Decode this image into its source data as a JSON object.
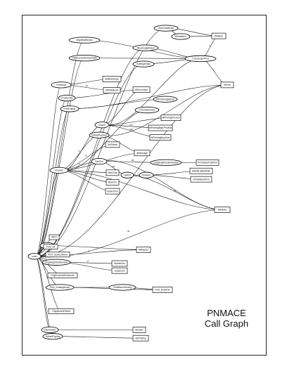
{
  "caption": {
    "line1": "PNMACE",
    "line2": "Call Graph"
  },
  "nodes": [
    {
      "id": "main",
      "label": "main",
      "shape": "ellipse"
    },
    {
      "id": "FormArgs",
      "label": "FormArgs",
      "shape": "ellipse"
    },
    {
      "id": "GTumOrder",
      "label": "GTumOrder",
      "shape": "ellipse"
    },
    {
      "id": "PrintOutline",
      "label": "PrintOutline",
      "shape": "ellipse"
    },
    {
      "id": "Process",
      "label": "Process",
      "shape": "ellipse"
    },
    {
      "id": "Output",
      "label": "Output",
      "shape": "ellipse"
    },
    {
      "id": "Output2",
      "label": "Output",
      "shape": "ellipse"
    },
    {
      "id": "TwinkyPrepare",
      "label": "TwinkyPrepare2",
      "shape": "ellipse"
    },
    {
      "id": "GenSeri",
      "label": "GenSeri",
      "shape": "ellipse"
    },
    {
      "id": "GetPR",
      "label": "GetPR",
      "shape": "ellipse"
    },
    {
      "id": "PrMixed",
      "label": "PrMixed",
      "shape": "ellipse"
    },
    {
      "id": "AllocCliantData",
      "label": "AllocCliantData",
      "shape": "ellipse"
    },
    {
      "id": "WDataAlloc",
      "label": "WDataAlloc",
      "shape": "ellipse"
    },
    {
      "id": "OrigInitialSection",
      "label": "OrigInitialSection",
      "shape": "ellipse"
    },
    {
      "id": "AllocImageArrays",
      "label": "AllocImageArrays",
      "shape": "ellipse"
    },
    {
      "id": "CalcInitialStochasts",
      "label": "OrigPrevGetterStochasts",
      "shape": "ellipse"
    },
    {
      "id": "ScalingArrays",
      "label": "ScalingArrays",
      "shape": "ellipse"
    },
    {
      "id": "ColorScalerPrint",
      "label": "ColorScalerPrint",
      "shape": "ellipse"
    },
    {
      "id": "WriteImageBlock",
      "label": "WPrintImageBlock",
      "shape": "ellipse"
    },
    {
      "id": "FreeClientData",
      "label": "FreeClientData",
      "shape": "ellipse"
    },
    {
      "id": "Digest",
      "label": "Digest",
      "shape": "ellipse"
    },
    {
      "id": "OrigSingleRowNumber",
      "label": "OrigSingleRowNumber",
      "shape": "ellipse"
    },
    {
      "id": "PrepScalingArrays",
      "label": "Prep_ScalingArrays",
      "shape": "ellipse"
    },
    {
      "id": "PrintBackOrdering",
      "label": "PrintBackOrdering",
      "shape": "ellipse"
    },
    {
      "id": "AllocTables",
      "label": "AllocTables",
      "shape": "ellipse"
    },
    {
      "id": "DefaultTripling",
      "label": "DefaultTripling",
      "shape": "ellipse"
    },
    {
      "id": "WMalloc",
      "label": "WMalloc",
      "shape": "box"
    },
    {
      "id": "WFree",
      "label": "WFree",
      "shape": "box"
    },
    {
      "id": "WriteImage",
      "label": "WWriteImage",
      "shape": "box"
    },
    {
      "id": "WriteBlock",
      "label": "WWriteBlock",
      "shape": "box"
    },
    {
      "id": "WErrorValue",
      "label": "WErrorValue",
      "shape": "box"
    },
    {
      "id": "WPrintingPreview",
      "label": "WPrintingPreview",
      "shape": "box"
    },
    {
      "id": "WPrintingBasePreview",
      "label": "WPrintingBasePreview",
      "shape": "box"
    },
    {
      "id": "WPrintingBaseSort",
      "label": "WPrintingBaseSort",
      "shape": "box"
    },
    {
      "id": "SetTables",
      "label": "SetTables",
      "shape": "box"
    },
    {
      "id": "WMessage",
      "label": "WMessage",
      "shape": "box"
    },
    {
      "id": "NewChar",
      "label": "NewChar",
      "shape": "box"
    },
    {
      "id": "BlockCh",
      "label": "BlockCh",
      "shape": "box"
    },
    {
      "id": "BufferTerm",
      "label": "BufferTerm",
      "shape": "box"
    },
    {
      "id": "OrigSingleScalerNumber",
      "label": "OrigSingleScalerNumber",
      "shape": "ellipse"
    },
    {
      "id": "PrintSeamFirstPrint",
      "label": "PrintSeamFirstPrint",
      "shape": "box"
    },
    {
      "id": "WriteTableWhite",
      "label": "WWriteTableWhite",
      "shape": "box"
    },
    {
      "id": "PrtTableSetPrint",
      "label": "PrtTableSetPrint",
      "shape": "box"
    },
    {
      "id": "WAdvise",
      "label": "WAdvise",
      "shape": "box"
    },
    {
      "id": "Wfmt",
      "label": "Wfmt",
      "shape": "box"
    },
    {
      "id": "PrintInit",
      "label": "Print_init",
      "shape": "box"
    },
    {
      "id": "WMsgOut",
      "label": "WMsgOut",
      "shape": "box"
    },
    {
      "id": "PrintScaleListRow",
      "label": "Print_ScaleListRow",
      "shape": "box"
    },
    {
      "id": "HeaderInfo",
      "label": "HeaderInfo",
      "shape": "box"
    },
    {
      "id": "HeaderInit",
      "label": "HeaderInit",
      "shape": "box"
    },
    {
      "id": "OrigPreamInitSubmode",
      "label": "OrigPreamInitSubmode",
      "shape": "box"
    },
    {
      "id": "PrintDrawFile",
      "label": "Print_DrawFile",
      "shape": "box"
    },
    {
      "id": "OrigAbsorbFileInit",
      "label": "OrigAbsorbFileInit",
      "shape": "box"
    },
    {
      "id": "WCalloc",
      "label": "WCalloc",
      "shape": "box"
    },
    {
      "id": "SetTripling",
      "label": "SetTripling",
      "shape": "box"
    }
  ],
  "edges": [
    {
      "from": "main",
      "to": "FormArgs",
      "label": ""
    },
    {
      "from": "main",
      "to": "GTumOrder",
      "label": ""
    },
    {
      "from": "main",
      "to": "PrintOutline",
      "label": ""
    },
    {
      "from": "main",
      "to": "Process",
      "label": ""
    },
    {
      "from": "main",
      "to": "Wfmt",
      "label": ""
    },
    {
      "from": "main",
      "to": "PrintInit",
      "label": ""
    },
    {
      "from": "main",
      "to": "Digest",
      "label": ""
    },
    {
      "from": "main",
      "to": "PrintScaleListRow",
      "label": ""
    },
    {
      "from": "main",
      "to": "OrigSingleRowNumber",
      "label": ""
    },
    {
      "from": "main",
      "to": "OrigPreamInitSubmode",
      "label": ""
    },
    {
      "from": "main",
      "to": "PrepScalingArrays",
      "label": ""
    },
    {
      "from": "main",
      "to": "OrigAbsorbFileInit",
      "label": ""
    },
    {
      "from": "main",
      "to": "AllocTables",
      "label": ""
    },
    {
      "from": "main",
      "to": "DefaultTripling",
      "label": ""
    },
    {
      "from": "main",
      "to": "AllocCliantData",
      "label": ""
    },
    {
      "from": "main",
      "to": "OrigInitialSection",
      "label": ""
    },
    {
      "from": "main",
      "to": "AllocImageArrays",
      "label": ""
    },
    {
      "from": "main",
      "to": "CalcInitialStochasts",
      "label": ""
    },
    {
      "from": "main",
      "to": "ScalingArrays",
      "label": ""
    },
    {
      "from": "main",
      "to": "WAdvise",
      "label": "36"
    },
    {
      "from": "main",
      "to": "WFree",
      "label": ""
    },
    {
      "from": "AllocCliantData",
      "to": "WDataAlloc",
      "label": "4"
    },
    {
      "from": "AllocCliantData",
      "to": "WMalloc",
      "label": ""
    },
    {
      "from": "WDataAlloc",
      "to": "WMalloc",
      "label": ""
    },
    {
      "from": "OrigInitialSection",
      "to": "ColorScalerPrint",
      "label": ""
    },
    {
      "from": "AllocImageArrays",
      "to": "ColorScalerPrint",
      "label": ""
    },
    {
      "from": "CalcInitialStochasts",
      "to": "ColorScalerPrint",
      "label": ""
    },
    {
      "from": "ScalingArrays",
      "to": "ColorScalerPrint",
      "label": ""
    },
    {
      "from": "ColorScalerPrint",
      "to": "WMalloc",
      "label": "3"
    },
    {
      "from": "ColorScalerPrint",
      "to": "WFree",
      "label": "2"
    },
    {
      "from": "FormArgs",
      "to": "WriteImage",
      "label": ""
    },
    {
      "from": "FormArgs",
      "to": "WriteBlock",
      "label": "16"
    },
    {
      "from": "GTumOrder",
      "to": "WErrorValue",
      "label": ""
    },
    {
      "from": "PrintOutline",
      "to": "WriteImageBlock",
      "label": ""
    },
    {
      "from": "PrintOutline",
      "to": "WFree",
      "label": ""
    },
    {
      "from": "Process",
      "to": "Output",
      "label": ""
    },
    {
      "from": "Process",
      "to": "TwinkyPrepare",
      "label": "17"
    },
    {
      "from": "Process",
      "to": "SetTables",
      "label": "13"
    },
    {
      "from": "Process",
      "to": "WMessage",
      "label": "17"
    },
    {
      "from": "Process",
      "to": "GenSeri",
      "label": "24"
    },
    {
      "from": "Process",
      "to": "NewChar",
      "label": ""
    },
    {
      "from": "Process",
      "to": "BlockCh",
      "label": "14"
    },
    {
      "from": "Process",
      "to": "BufferTerm",
      "label": ""
    },
    {
      "from": "Process",
      "to": "WAdvise",
      "label": ""
    },
    {
      "from": "Process",
      "to": "FreeClientData",
      "label": ""
    },
    {
      "from": "Output",
      "to": "WPrintingPreview",
      "label": ""
    },
    {
      "from": "Output",
      "to": "WPrintingBasePreview",
      "label": "142"
    },
    {
      "from": "Output",
      "to": "WPrintingBaseSort",
      "label": "120"
    },
    {
      "from": "Output",
      "to": "WErrorValue",
      "label": ""
    },
    {
      "from": "Output",
      "to": "ColorScalerPrint",
      "label": ""
    },
    {
      "from": "TwinkyPrepare",
      "to": "WMessage",
      "label": ""
    },
    {
      "from": "TwinkyPrepare",
      "to": "WFree",
      "label": ""
    },
    {
      "from": "GenSeri",
      "to": "OrigSingleScalerNumber",
      "label": "38"
    },
    {
      "from": "GenSeri",
      "to": "GetPR",
      "label": "38"
    },
    {
      "from": "GenSeri",
      "to": "WAdvise",
      "label": ""
    },
    {
      "from": "OrigSingleScalerNumber",
      "to": "PrintSeamFirstPrint",
      "label": ""
    },
    {
      "from": "GetPR",
      "to": "PrMixed",
      "label": ""
    },
    {
      "from": "GetPR",
      "to": "WAdvise",
      "label": "18"
    },
    {
      "from": "PrMixed",
      "to": "WriteTableWhite",
      "label": ""
    },
    {
      "from": "PrMixed",
      "to": "PrtTableSetPrint",
      "label": ""
    },
    {
      "from": "Digest",
      "to": "WMsgOut",
      "label": ""
    },
    {
      "from": "OrigSingleRowNumber",
      "to": "HeaderInfo",
      "label": "17"
    },
    {
      "from": "OrigSingleRowNumber",
      "to": "HeaderInit",
      "label": ""
    },
    {
      "from": "PrepScalingArrays",
      "to": "PrintBackOrdering",
      "label": ""
    },
    {
      "from": "PrepScalingArrays",
      "to": "PrintDrawFile",
      "label": ""
    },
    {
      "from": "PrintBackOrdering",
      "to": "PrintDrawFile",
      "label": ""
    },
    {
      "from": "AllocTables",
      "to": "WCalloc",
      "label": ""
    },
    {
      "from": "DefaultTripling",
      "to": "SetTripling",
      "label": ""
    },
    {
      "from": "main",
      "to": "WMsgOut",
      "label": "5"
    }
  ]
}
